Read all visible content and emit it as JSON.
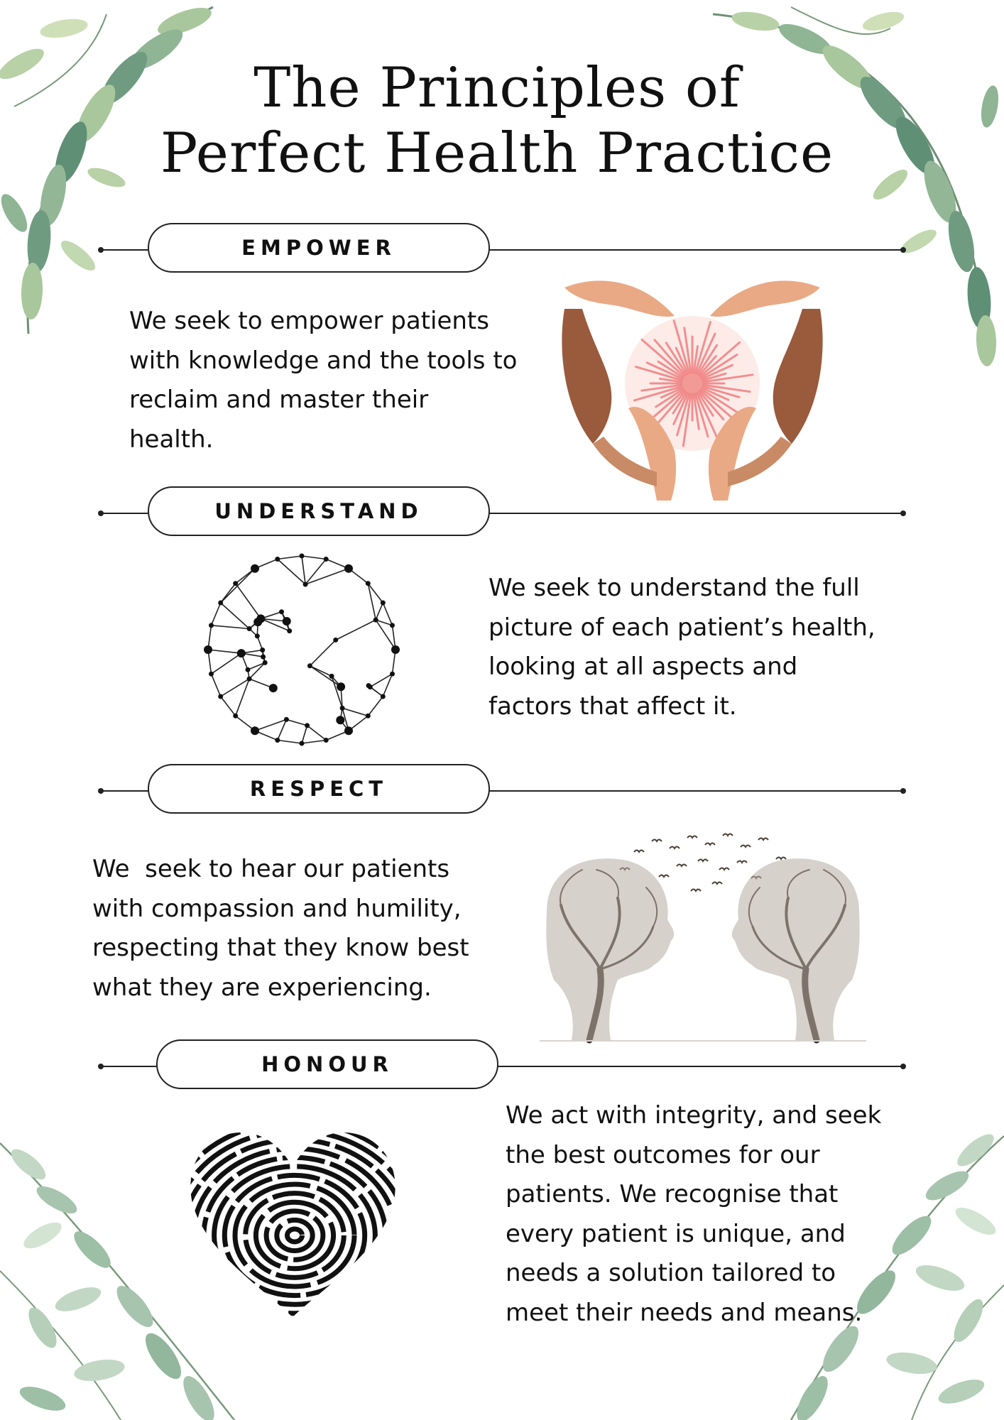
{
  "title": {
    "line1": "The Principles of",
    "line2": "Perfect Health Practice"
  },
  "sections": [
    {
      "heading": "EMPOWER",
      "text_lines": [
        "We seek to empower patients",
        "with knowledge and the tools to",
        "reclaim and master their",
        "health."
      ],
      "illustration": "hands-heart-icon"
    },
    {
      "heading": "UNDERSTAND",
      "text_lines": [
        "We seek to understand the full",
        "picture of each patient’s health,",
        "looking at all aspects and",
        "factors that affect it."
      ],
      "illustration": "network-sphere-icon"
    },
    {
      "heading": "RESPECT",
      "text_lines": [
        "We  seek to hear our patients",
        "with compassion and humility,",
        "respecting that they know best",
        "what they are experiencing."
      ],
      "illustration": "tree-heads-birds-icon"
    },
    {
      "heading": "HONOUR",
      "text_lines": [
        "We act with integrity, and seek",
        "the best outcomes for our",
        "patients. We recognise that",
        "every patient is unique, and",
        "needs a solution tailored to",
        "meet their needs and means."
      ],
      "illustration": "fingerprint-heart-icon"
    }
  ],
  "colors": {
    "text": "#111111",
    "rule": "#222222",
    "leaf_dark": "#5f8f75",
    "leaf_light": "#a9c79c",
    "hand_light": "#e9a985",
    "hand_dark": "#9a5a3c",
    "burst": "#f07f80"
  }
}
